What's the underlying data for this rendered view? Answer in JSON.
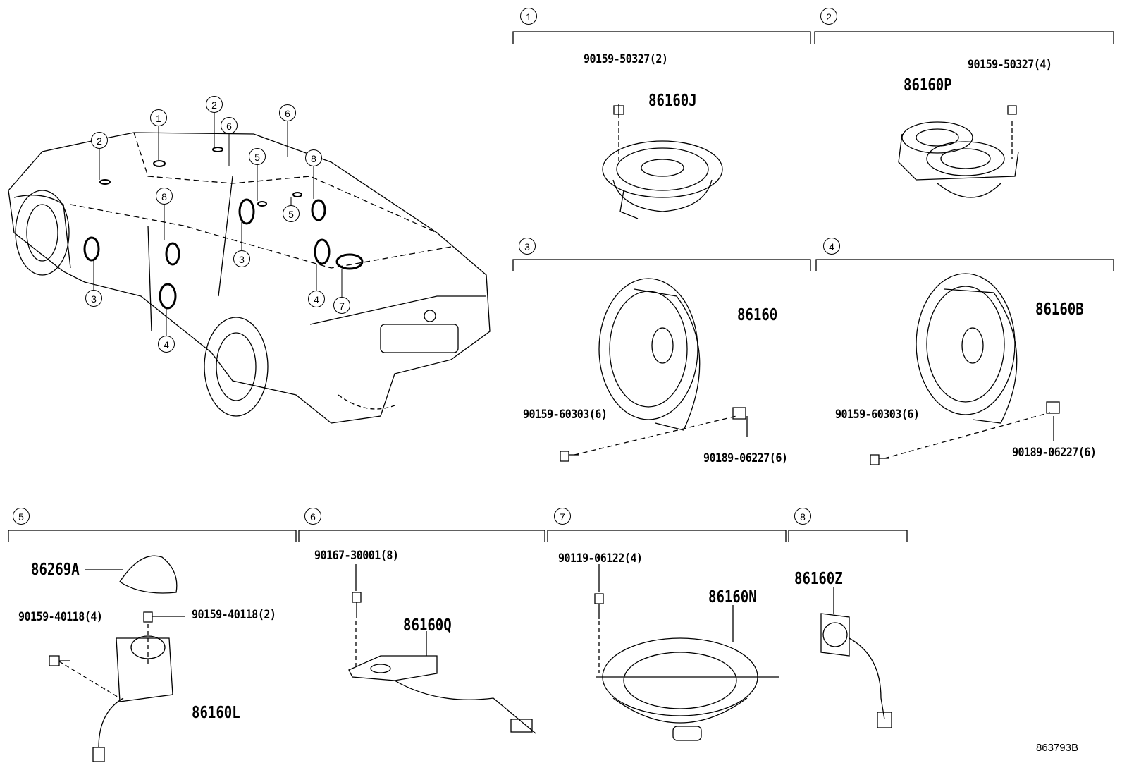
{
  "car_callouts": [
    "1",
    "2",
    "2",
    "3",
    "3",
    "4",
    "4",
    "5",
    "5",
    "6",
    "6",
    "7",
    "8",
    "8"
  ],
  "sections": [
    {
      "num": "1",
      "parts": [
        "86160J",
        "90159-50327(2)"
      ]
    },
    {
      "num": "2",
      "parts": [
        "86160P",
        "90159-50327(4)"
      ]
    },
    {
      "num": "3",
      "parts": [
        "86160",
        "90159-60303(6)",
        "90189-06227(6)"
      ]
    },
    {
      "num": "4",
      "parts": [
        "86160B",
        "90159-60303(6)",
        "90189-06227(6)"
      ]
    },
    {
      "num": "5",
      "parts": [
        "86269A",
        "90159-40118(4)",
        "90159-40118(2)",
        "86160L"
      ]
    },
    {
      "num": "6",
      "parts": [
        "90167-30001(8)",
        "86160Q"
      ]
    },
    {
      "num": "7",
      "parts": [
        "90119-06122(4)",
        "86160N"
      ]
    },
    {
      "num": "8",
      "parts": [
        "86160Z"
      ]
    }
  ],
  "diagram_code": "863793B"
}
